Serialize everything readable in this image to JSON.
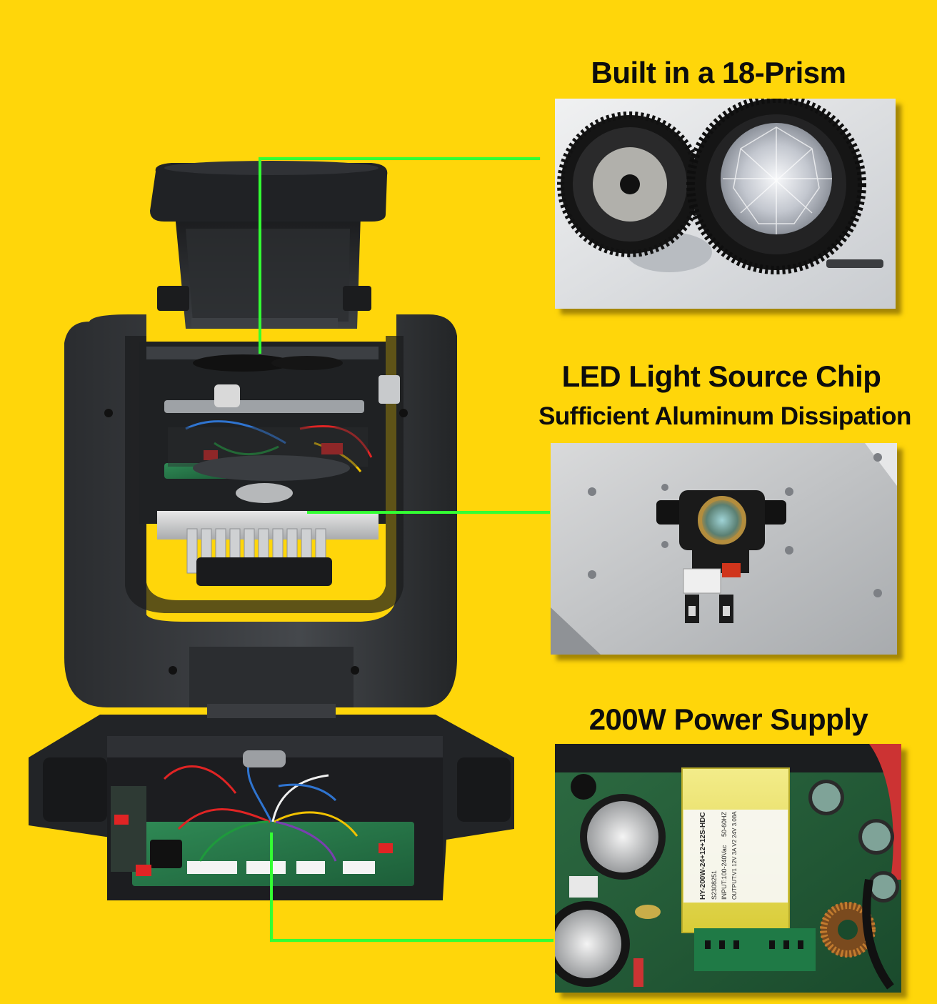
{
  "callouts": {
    "prism": {
      "title": "Built in a 18-Prism"
    },
    "led": {
      "title": "LED Light Source Chip",
      "subtitle": "Sufficient Aluminum Dissipation"
    },
    "power": {
      "title": "200W Power Supply"
    }
  },
  "colors": {
    "background": "#FFD60A",
    "connector": "#33FF33",
    "fixture": "#2b2d30",
    "text": "#0d0d0d"
  },
  "transformer_label": {
    "model": "HY-200W-24+12+12S-HDC",
    "serial": "S2308251",
    "input": "INPUT:100-240Vac",
    "freq": "50-60HZ",
    "output": "OUTPUT:V1 12V 3A  V2 24V 3.08A"
  }
}
